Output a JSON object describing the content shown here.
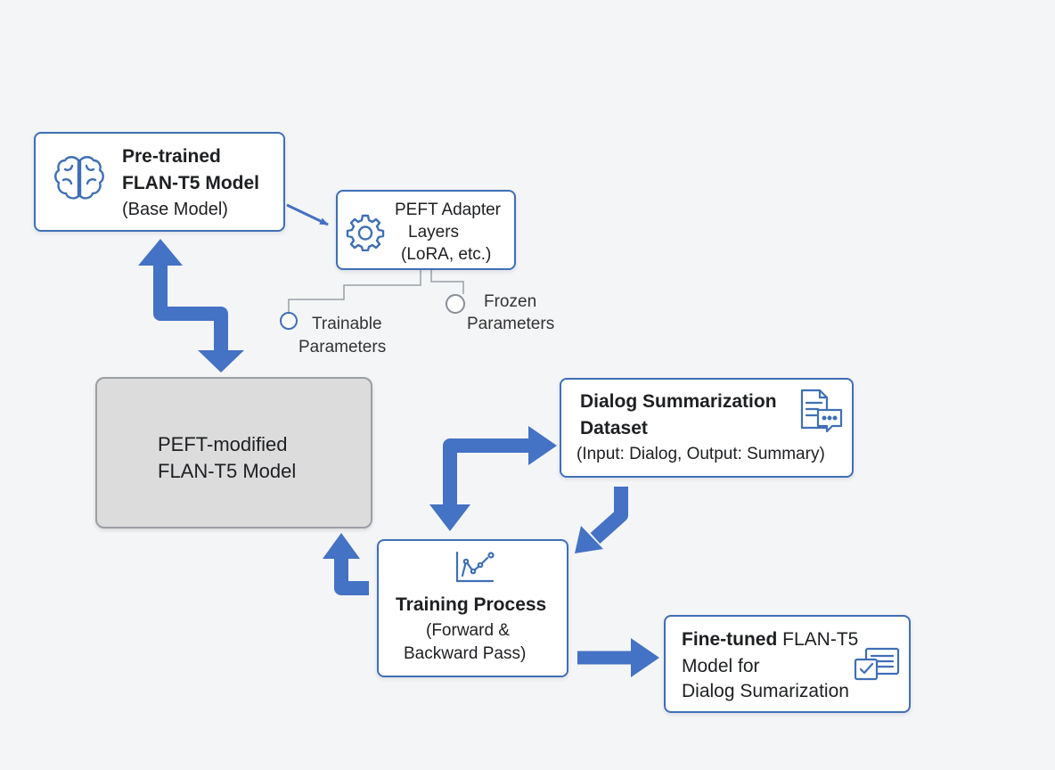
{
  "base_model": {
    "line1": "Pre-trained",
    "line2": "FLAN-T5 Model",
    "line3": "(Base Model)",
    "icon": "brain-icon"
  },
  "adapter": {
    "line1": "PEFT Adapter",
    "line2": "Layers",
    "line3": "(LoRA, etc.)",
    "icon": "gear-icon"
  },
  "trainable": {
    "line1": "Trainable",
    "line2": "Parameters"
  },
  "frozen": {
    "line1": "Frozen",
    "line2": "Parameters"
  },
  "peft_model": {
    "line1": "PEFT-modified",
    "line2": "FLAN-T5 Model"
  },
  "dataset": {
    "line1": "Dialog Summarization",
    "line2": "Dataset",
    "line3": "(Input: Dialog, Output: Summary)",
    "icon": "document-chat-icon"
  },
  "training": {
    "line1": "Training Process",
    "line2": "(Forward &",
    "line3": "Backward Pass)",
    "icon": "line-chart-icon"
  },
  "finetuned": {
    "line1_bold": "Fine-tuned",
    "line1_rest": "FLAN-T5",
    "line2": "Model for",
    "line3": "Dialog Sumarization",
    "icon": "checklist-icon"
  },
  "colors": {
    "accent": "#3f6fb6",
    "arrow": "#4472c4",
    "gray_box": "#dcdcdc",
    "background": "#f4f5f7"
  }
}
